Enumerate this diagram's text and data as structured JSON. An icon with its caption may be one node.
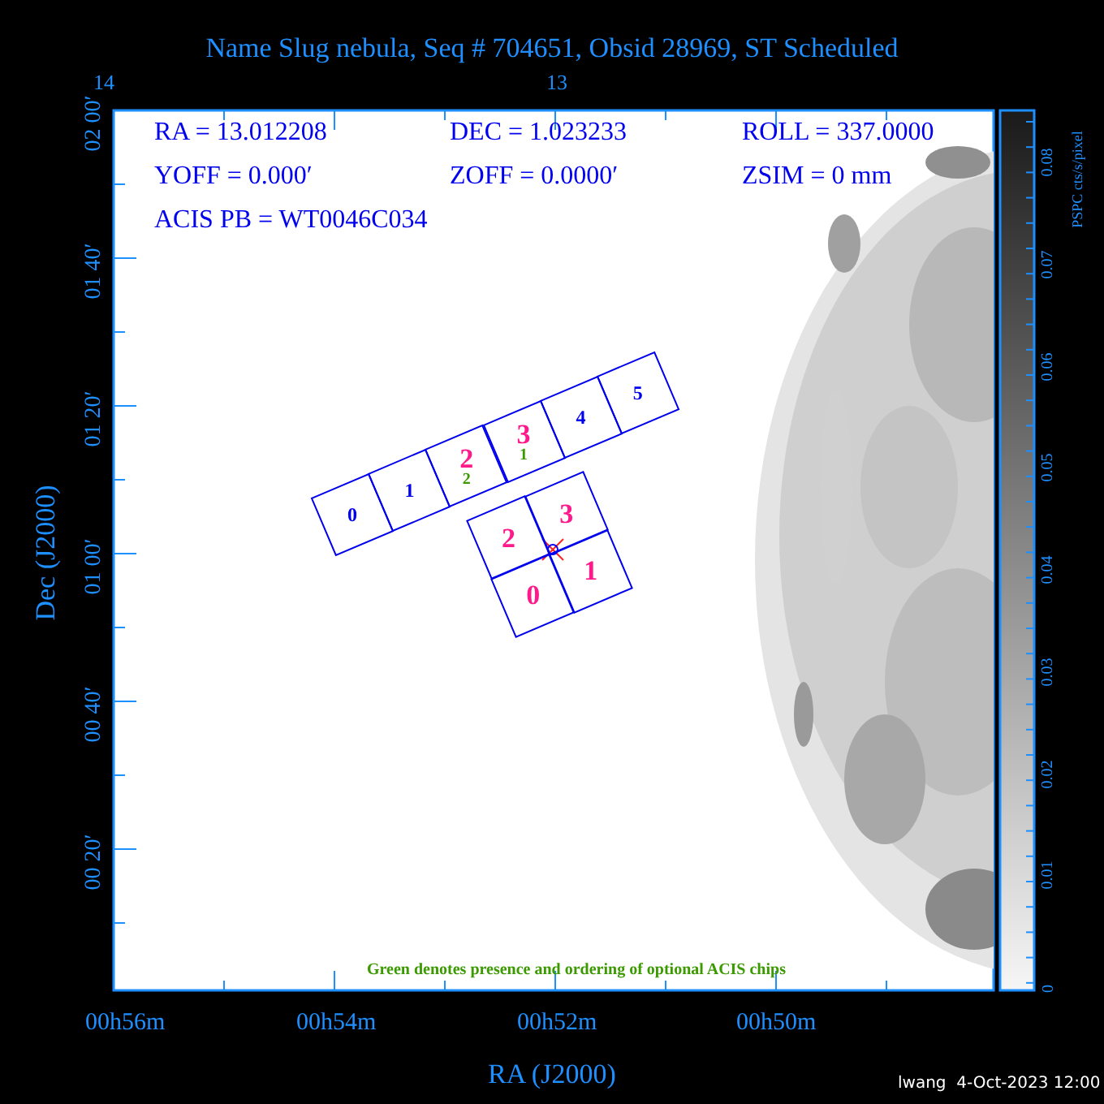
{
  "diagram": {
    "title": "Name Slug nebula, Seq # 704651, Obsid 28969, ST Scheduled",
    "nodes": [
      {
        "text": [
          "0"
        ]
      },
      {
        "text": [
          "1"
        ]
      },
      {
        "text": [
          "2",
          "2"
        ]
      },
      {
        "text": [
          "3",
          "1"
        ]
      },
      {
        "text": [
          "4"
        ]
      },
      {
        "text": [
          "5"
        ]
      },
      {
        "text": [
          "2"
        ]
      },
      {
        "text": [
          "3"
        ]
      },
      {
        "text": [
          "0"
        ]
      },
      {
        "text": [
          "1"
        ]
      }
    ],
    "edges": [],
    "labels": [
      "14",
      "13",
      "RA = 13.012208",
      "DEC = 1.023233",
      "ROLL = 337.0000",
      "YOFF = 0.000′",
      "ZOFF = 0.0000′",
      "ZSIM = 0 mm",
      "ACIS PB = WT0046C034",
      "PSPC cts/s/pixel",
      "0.08",
      "0.07",
      "0.06",
      "0.05",
      "0.04",
      "0.03",
      "0.02",
      "0.01",
      "0",
      "02 00′",
      "01 40′",
      "01 20′",
      "01 00′",
      "00 40′",
      "00 20′",
      "Dec (J2000)",
      "Green denotes presence and ordering of optional ACIS chips",
      "00h56m",
      "00h54m",
      "00h52m",
      "00h50m",
      "RA (J2000)",
      "lwang  4-Oct-2023 12:00"
    ]
  }
}
